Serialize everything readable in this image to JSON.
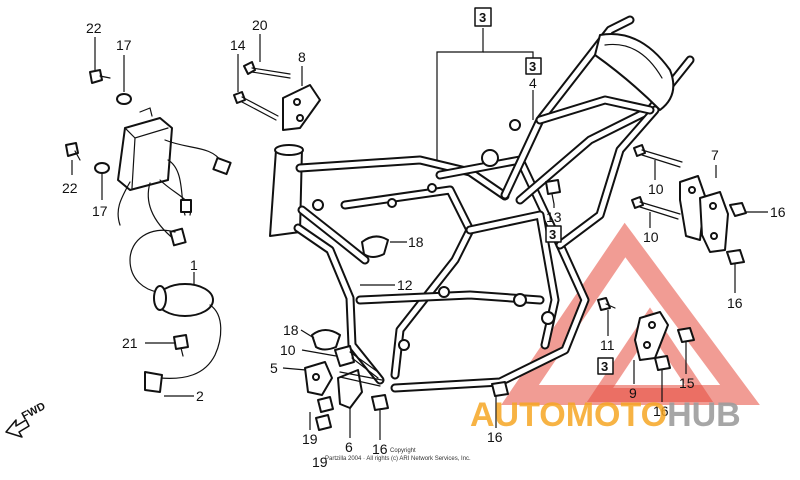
{
  "callouts": {
    "c22a": "22",
    "c17a": "17",
    "c22b": "22",
    "c17b": "17",
    "c20": "20",
    "c14": "14",
    "c8": "8",
    "c3top": "3",
    "c3b": "3",
    "c4": "4",
    "c7": "7",
    "c10a": "10",
    "c16a": "16",
    "c13": "13",
    "c3c": "3",
    "c10b": "10",
    "c18a": "18",
    "c1": "1",
    "c12": "12",
    "c16b": "16",
    "c21": "21",
    "c18b": "18",
    "c10c": "10",
    "c11": "11",
    "c3d": "3",
    "c5": "5",
    "c15": "15",
    "c9": "9",
    "c2": "2",
    "c19a": "19",
    "c6": "6",
    "c16c": "16",
    "c16d": "16",
    "c16e": "16",
    "c19b": "19"
  },
  "fwd_label": "FWD",
  "copyright_line1": "Copyright",
  "copyright_line2": "Partzilla 2004 · All rights (c) ARI Network Services, Inc.",
  "watermark": {
    "part1": "AUTOMOTO",
    "part2": "HUB",
    "color_orange": "#f6a623",
    "color_gray": "#9c9c9c",
    "color_red": "#e64a3c"
  }
}
